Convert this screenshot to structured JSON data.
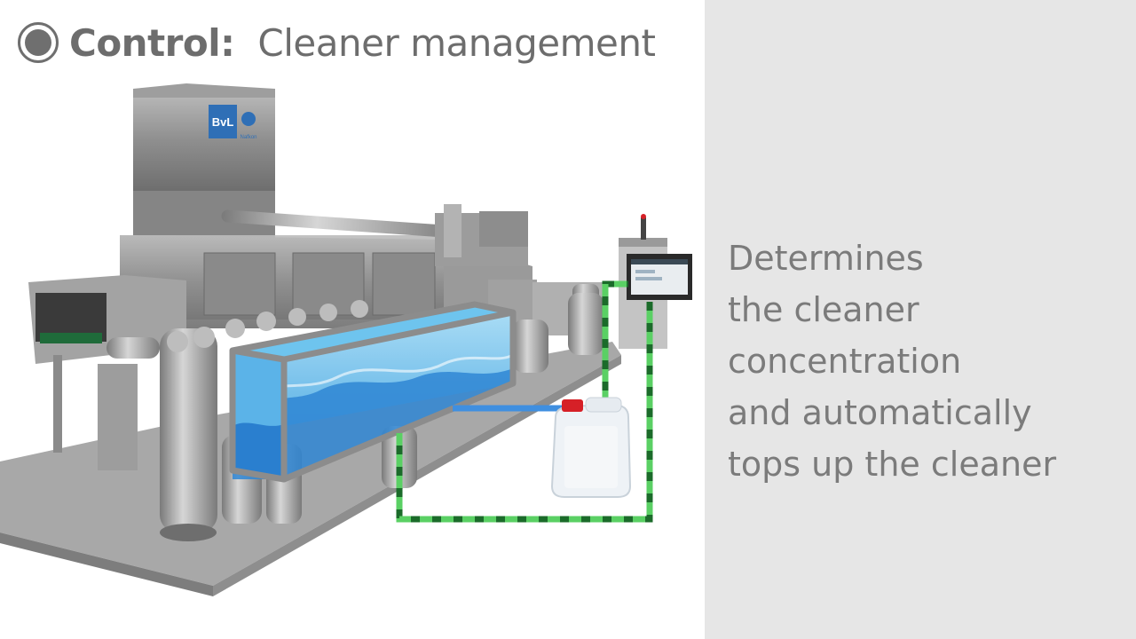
{
  "header": {
    "title_bold": "Control:",
    "title_rest": "Cleaner management"
  },
  "machine": {
    "logo_text": "BvL",
    "logo_sub": "Nafkon"
  },
  "description": {
    "lines": [
      "Determines",
      "the cleaner",
      "concentration",
      "and automatically",
      "tops up the cleaner"
    ]
  },
  "colors": {
    "title": "#6d6d6d",
    "panel_bg": "#e6e6e6",
    "panel_text": "#7b7b7b",
    "tank_water": "#7cc8ef",
    "tank_frame": "#8c8c8c",
    "signal_line": "#3fb24a",
    "dosing_line": "#3f8fe0",
    "canister_cap": "#d62027"
  }
}
